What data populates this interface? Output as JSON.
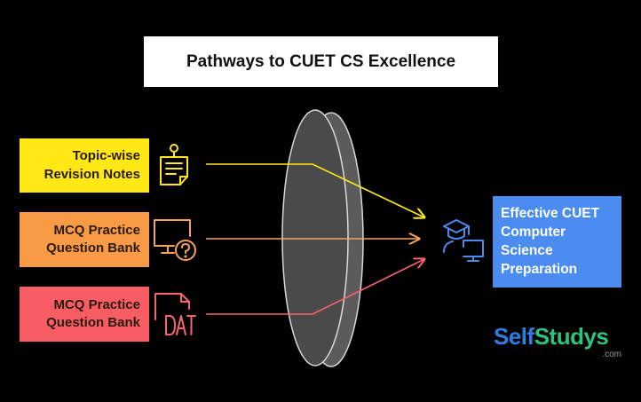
{
  "title": "Pathways to CUET CS Excellence",
  "inputs": [
    {
      "label": "Topic-wise\nRevision Notes",
      "icon": "notes-icon",
      "color": "#ffe813",
      "line_color": "#ffe813"
    },
    {
      "label": "MCQ Practice\nQuestion Bank",
      "icon": "monitor-question-icon",
      "color": "#f99a44",
      "line_color": "#f9a25a"
    },
    {
      "label": "MCQ Practice\nQuestion Bank",
      "icon": "dat-file-icon",
      "color": "#f85d63",
      "line_color": "#f8646a"
    }
  ],
  "result": {
    "lines": [
      "Effective CUET",
      "Computer",
      "Science",
      "Preparation"
    ],
    "color": "#4a8cf0",
    "icon": "graduate-computer-icon"
  },
  "lens_icon": "lens-shape",
  "brand": {
    "part1": "Self",
    "part2": "Studys",
    "sub": ".com"
  }
}
